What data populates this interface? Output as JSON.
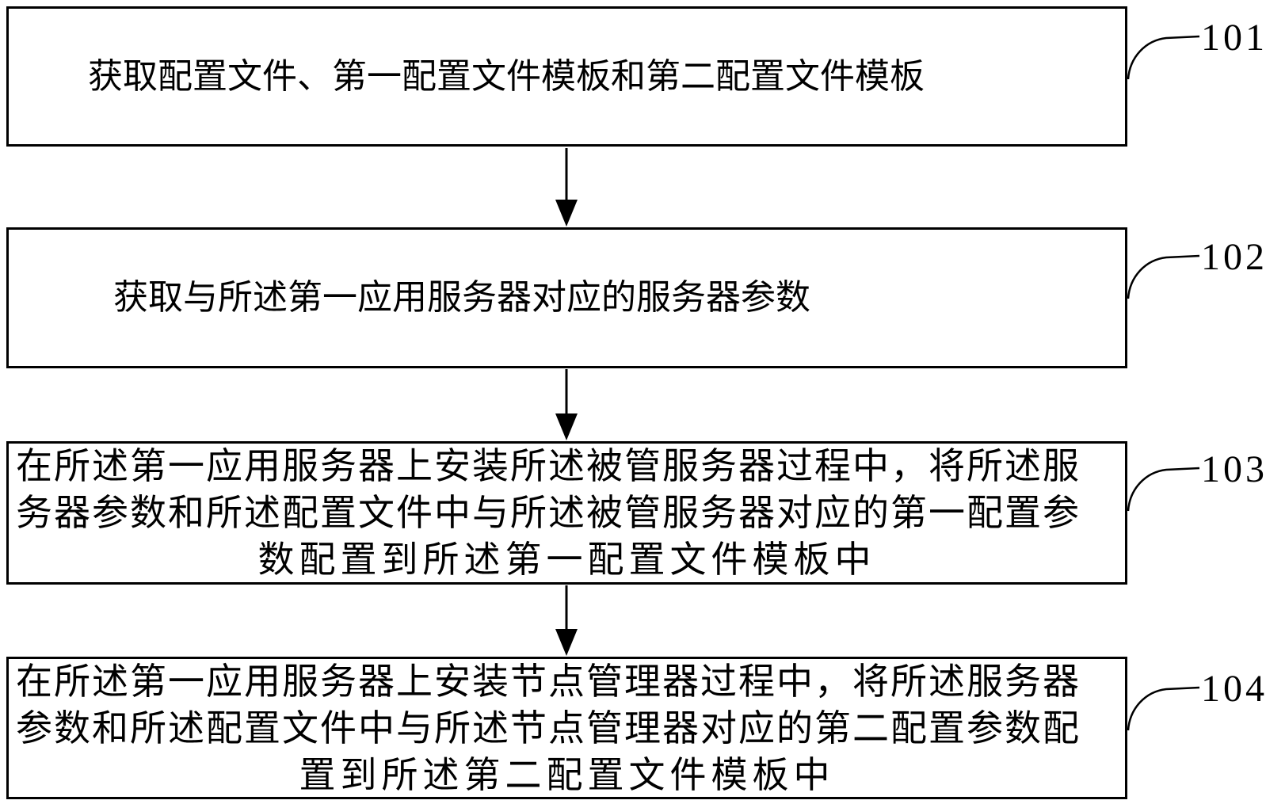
{
  "figure": {
    "type": "flowchart",
    "background_color": "#ffffff",
    "stroke_color": "#000000",
    "text_color": "#000000",
    "steps": [
      {
        "number": "101",
        "lines": [
          "获取配置文件、第一配置文件模板和第二配置文件模板"
        ]
      },
      {
        "number": "102",
        "lines": [
          "获取与所述第一应用服务器对应的服务器参数"
        ]
      },
      {
        "number": "103",
        "lines": [
          "在所述第一应用服务器上安装所述被管服务器过程中，将所述服",
          "务器参数和所述配置文件中与所述被管服务器对应的第一配置参",
          "数配置到所述第一配置文件模板中"
        ]
      },
      {
        "number": "104",
        "lines": [
          "在所述第一应用服务器上安装节点管理器过程中，将所述服务器",
          "参数和所述配置文件中与所述节点管理器对应的第二配置参数配",
          "置到所述第二配置文件模板中"
        ]
      }
    ]
  }
}
